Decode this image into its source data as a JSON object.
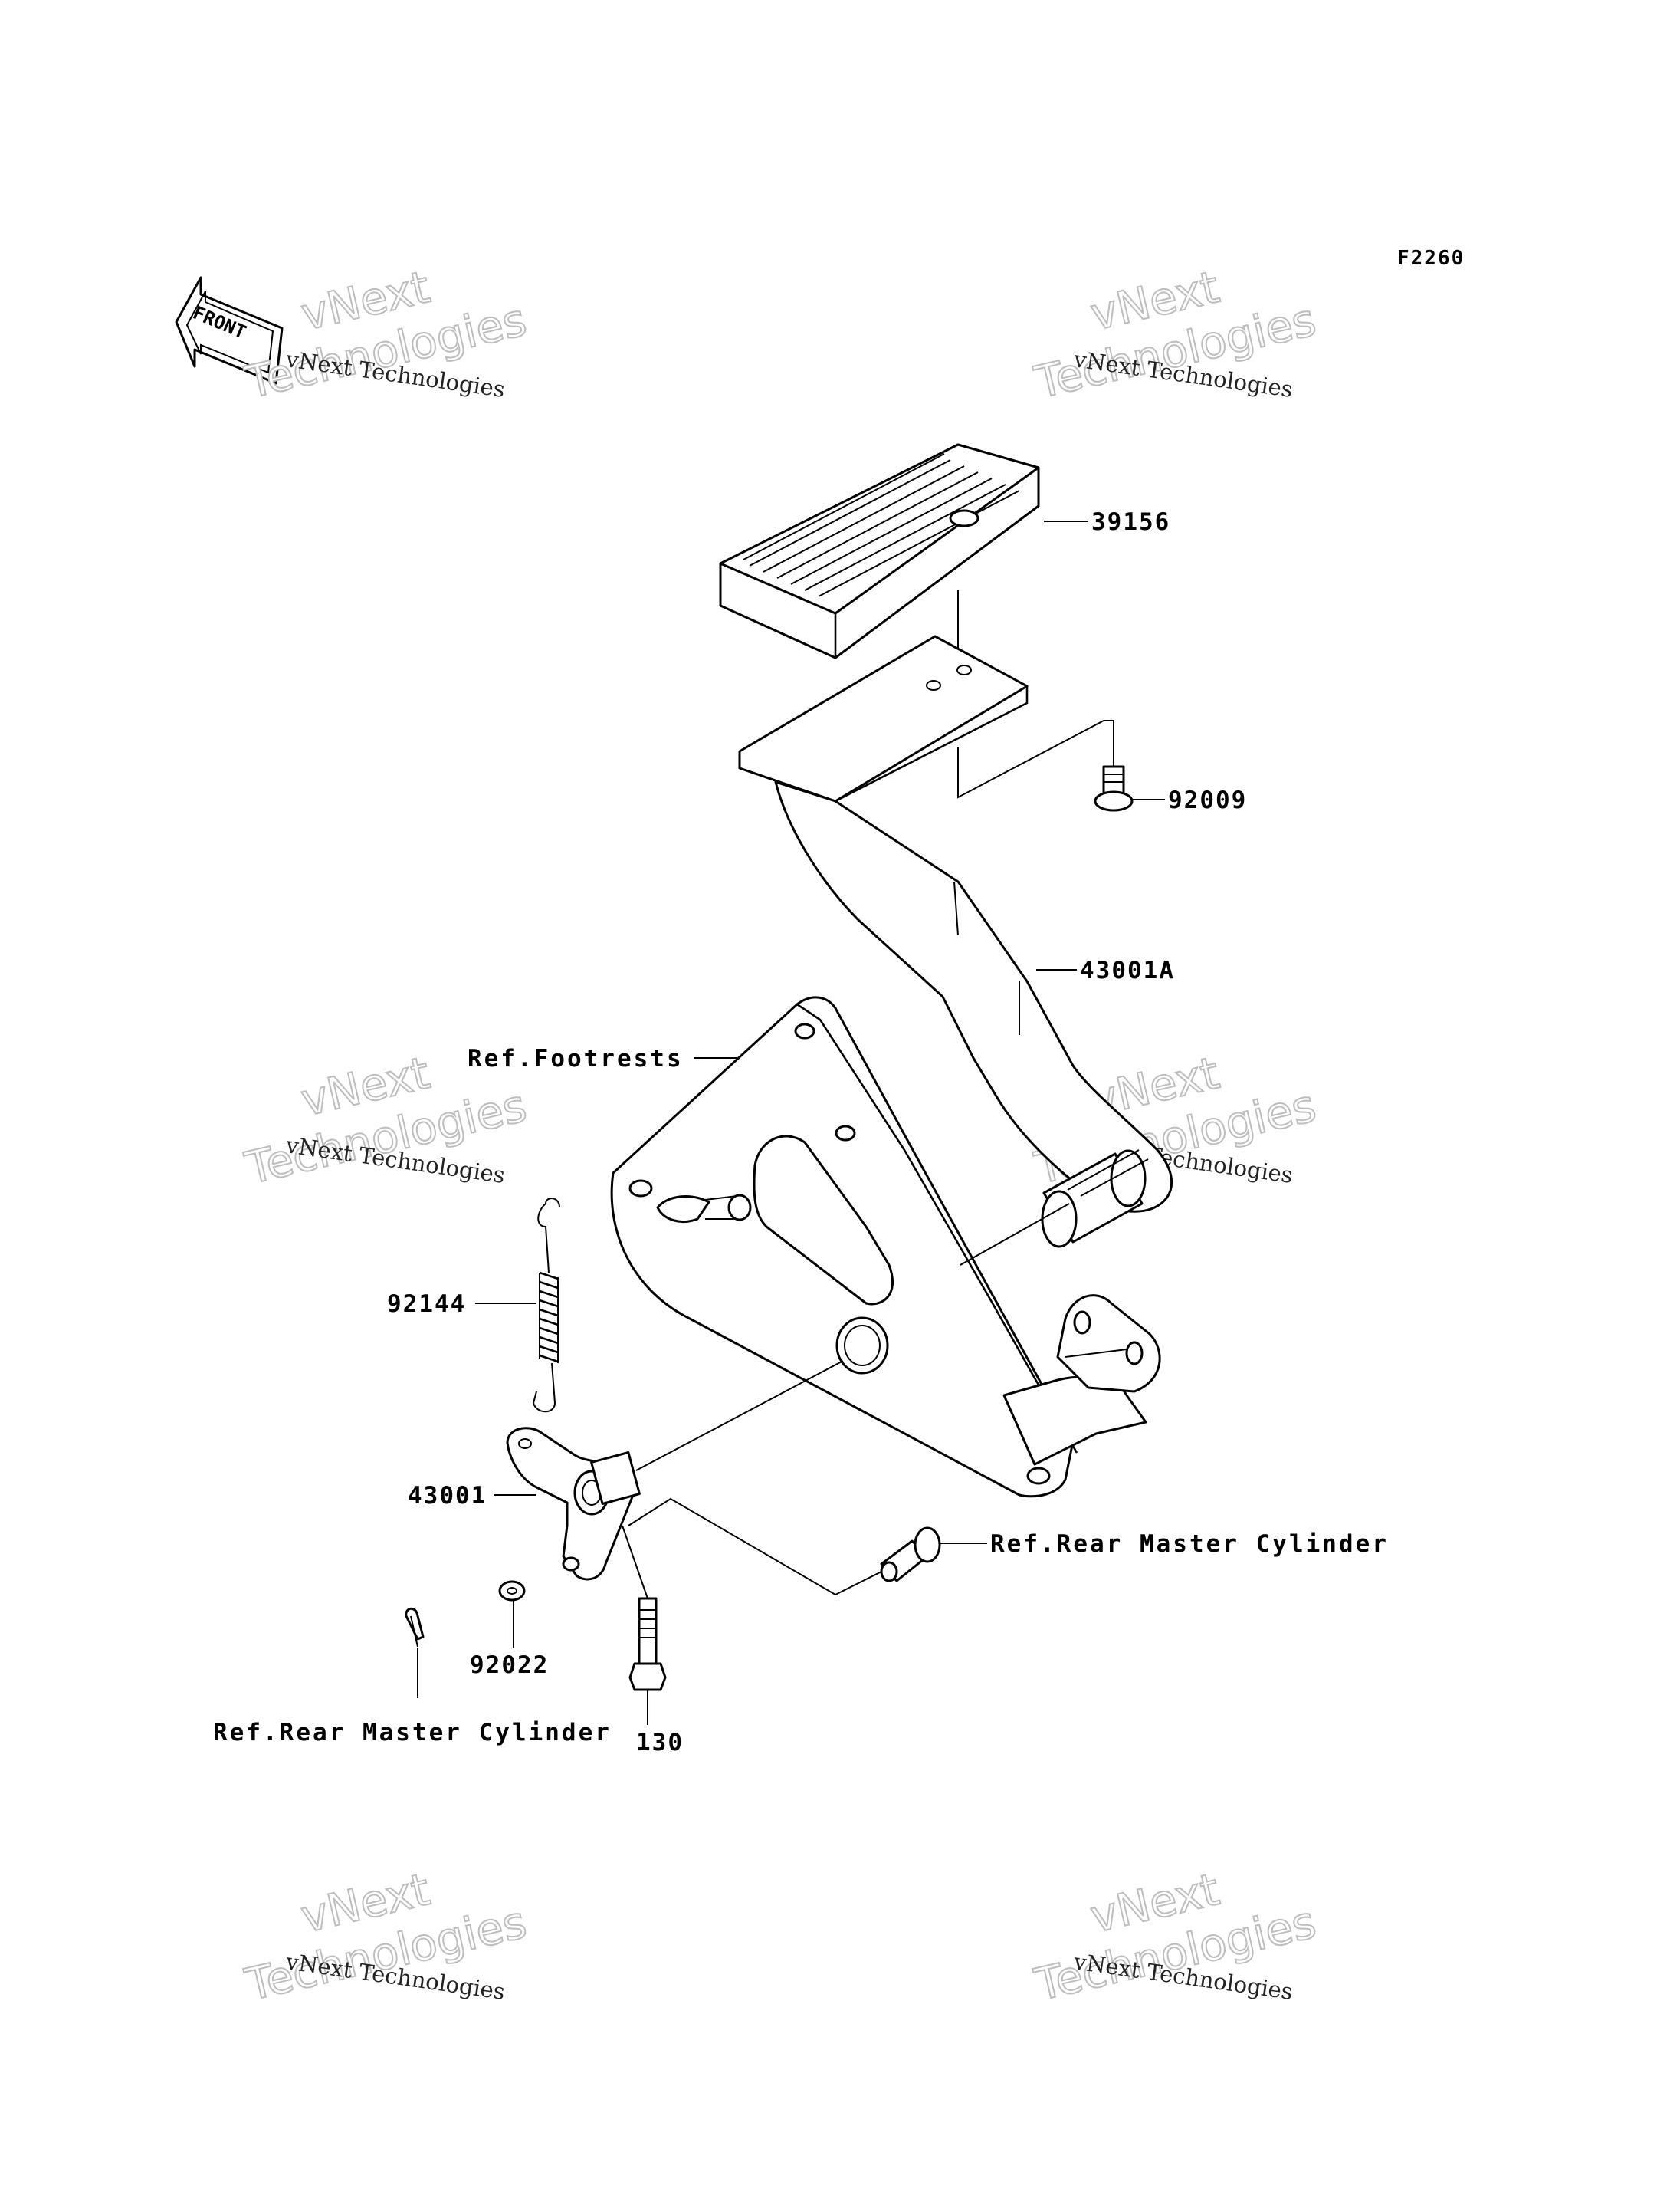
{
  "figure_code": "F2260",
  "front_arrow": {
    "label": "FRONT",
    "icon": "front-direction-arrow-icon"
  },
  "parts": {
    "p39156": "39156",
    "p92009": "92009",
    "p43001A": "43001A",
    "p92144": "92144",
    "p43001": "43001",
    "p92022": "92022",
    "p130": "130"
  },
  "references": {
    "footrests": "Ref.Footrests",
    "rear_master_cylinder_right": "Ref.Rear Master Cylinder",
    "rear_master_cylinder_left": "Ref.Rear Master Cylinder"
  },
  "watermarks": {
    "small_text": "vNext Technologies",
    "big_line1": "vNext",
    "big_line2": "Technologies"
  }
}
